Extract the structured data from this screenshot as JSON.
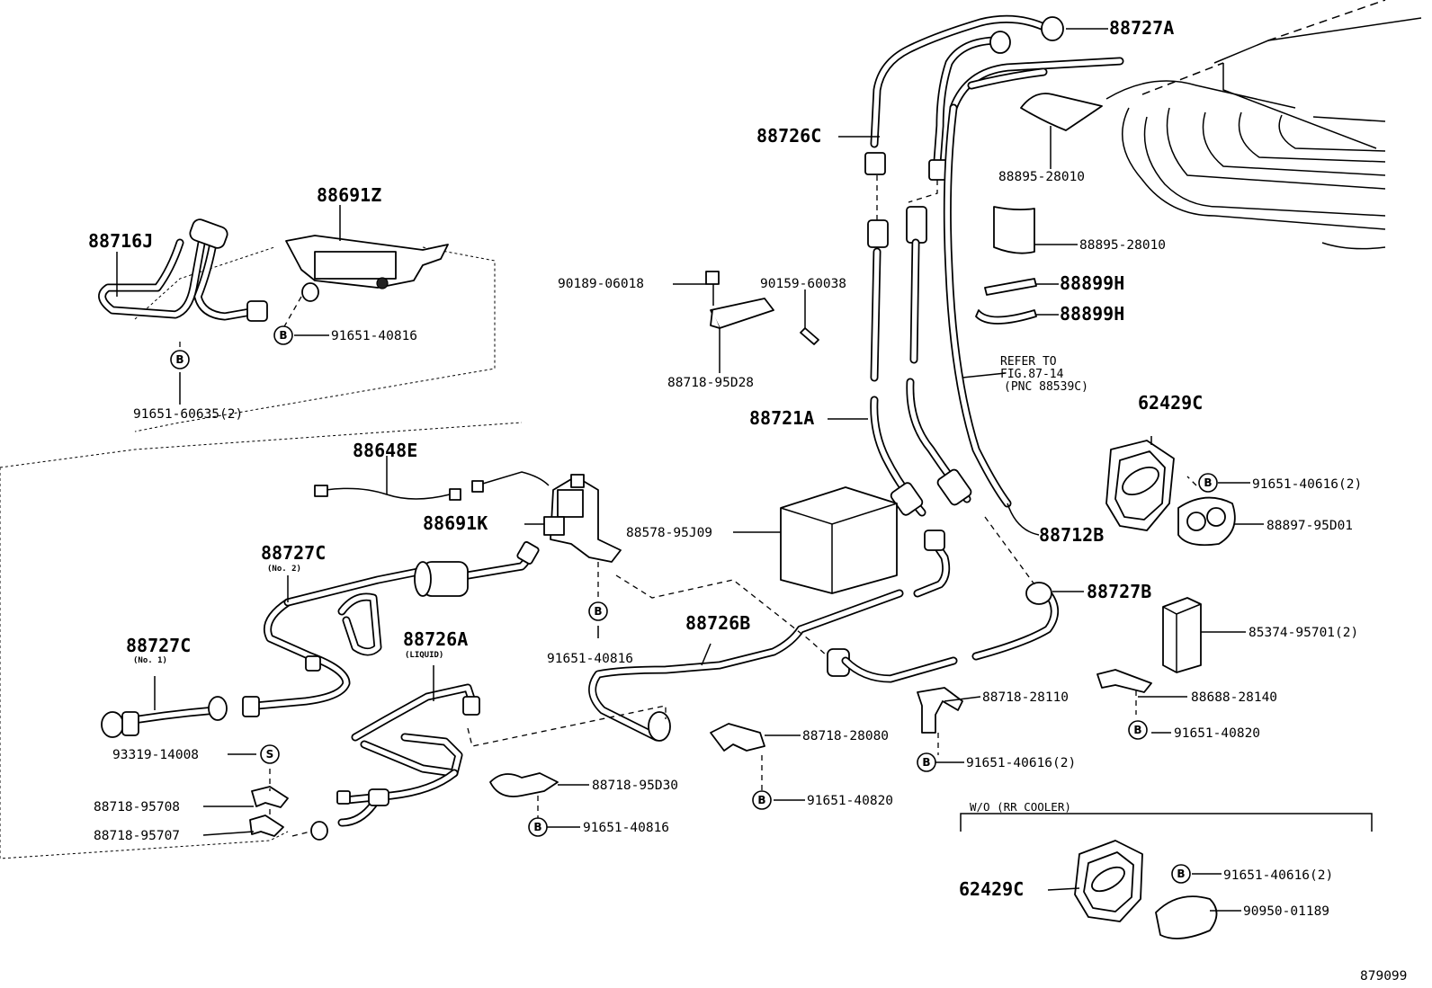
{
  "labels": {
    "p88727A": "88727A",
    "p88726C": "88726C",
    "p88895_28010_a": "88895-28010",
    "p88895_28010_b": "88895-28010",
    "p88899H_a": "88899H",
    "p88899H_b": "88899H",
    "p88691Z": "88691Z",
    "p88716J": "88716J",
    "p91651_40816_a": "91651-40816",
    "p91651_60635": "91651-60635(2)",
    "p90189_06018": "90189-06018",
    "p90159_60038": "90159-60038",
    "p88718_95D28": "88718-95D28",
    "refer_line1": "REFER TO",
    "refer_line2": "FIG.87-14",
    "refer_line3": "(PNC 88539C)",
    "p88721A": "88721A",
    "p62429C_a": "62429C",
    "p91651_40616_a": "91651-40616(2)",
    "p88897_95D01": "88897-95D01",
    "p88712B": "88712B",
    "p88648E": "88648E",
    "p88691K": "88691K",
    "p88578_95J09": "88578-95J09",
    "p88727C_no2": "88727C",
    "no2": "(No. 2)",
    "p88727B": "88727B",
    "p85374_95701": "85374-95701(2)",
    "p88726B": "88726B",
    "p88727C_no1": "88727C",
    "no1": "(No. 1)",
    "p88726A": "88726A",
    "liquid": "(LIQUID)",
    "p91651_40816_b": "91651-40816",
    "p88718_28110": "88718-28110",
    "p88688_28140": "88688-28140",
    "p91651_40820_a": "91651-40820",
    "p93319_14008": "93319-14008",
    "p88718_28080": "88718-28080",
    "p91651_40616_b": "91651-40616(2)",
    "p88718_95D30": "88718-95D30",
    "p91651_40820_b": "91651-40820",
    "p88718_95708": "88718-95708",
    "p88718_95707": "88718-95707",
    "p91651_40816_c": "91651-40816",
    "wo_rr_cooler": "W/O (RR COOLER)",
    "p62429C_b": "62429C",
    "p91651_40616_c": "91651-40616(2)",
    "p90950_01189": "90950-01189",
    "figure_id": "879099"
  },
  "markers": {
    "bolt": "B",
    "special": "S"
  },
  "colors": {
    "line": "#000000",
    "background": "#ffffff"
  }
}
